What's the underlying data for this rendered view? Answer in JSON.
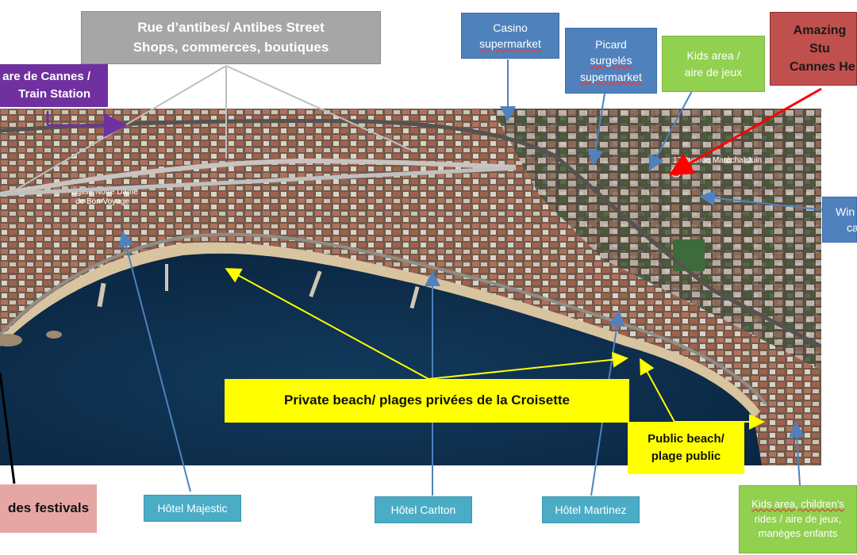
{
  "labels": {
    "antibes_line1": "Rue d’antibes/ Antibes Street",
    "antibes_line2": "Shops, commerces, boutiques",
    "gare_line1": "are de Cannes /",
    "gare_line2": "Train Station",
    "casino_line1": "Casino",
    "casino_line2": "supermarket",
    "picard_line1": "Picard",
    "picard_line2": "surgelés",
    "picard_line3": "supermarket",
    "kids_top_line1": "Kids area /",
    "kids_top_line2": "aire de jeux",
    "amazing_line1": "Amazing Stu",
    "amazing_line2": "Cannes He",
    "win_line1": "Win",
    "win_line2": "ca",
    "private_beach": "Private beach/ plages privées de la Croisette",
    "public_beach_line1": "Public beach/",
    "public_beach_line2": "plage public",
    "festivals": "des festivals",
    "hotel_majestic": "Hôtel Majestic",
    "hotel_carlton": "Hôtel Carlton",
    "hotel_martinez": "Hôtel Martinez",
    "kids_bottom_line1": "Kids area, children's",
    "kids_bottom_line2": "rides / aire de jeux,",
    "kids_bottom_line3": "manèges enfants"
  },
  "map": {
    "label_address": "17 Avenue Maréchal Juin",
    "label_church_line1": "Église Notre Dame",
    "label_church_line2": "de Bon Voyage"
  },
  "colors": {
    "sea": "#0d2f4e",
    "beach": "#d9c4a0",
    "arrow_yellow": "#ffff00",
    "arrow_blue": "#4f81bd",
    "arrow_red": "#ff0000",
    "arrow_purple": "#7030a0",
    "line_grey": "#bfbfbf"
  }
}
